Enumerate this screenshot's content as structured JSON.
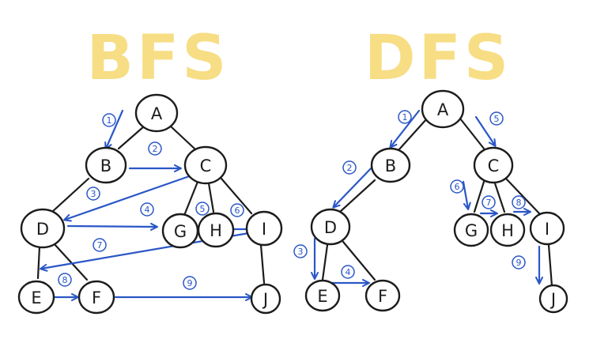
{
  "panels": [
    {
      "title": "BFS",
      "nodes": [
        "A",
        "B",
        "C",
        "D",
        "G",
        "H",
        "I",
        "E",
        "F",
        "J"
      ],
      "steps": [
        "1",
        "2",
        "3",
        "4",
        "5",
        "6",
        "7",
        "8",
        "9"
      ]
    },
    {
      "title": "DFS",
      "nodes": [
        "A",
        "B",
        "C",
        "D",
        "G",
        "H",
        "I",
        "E",
        "F",
        "J"
      ],
      "steps": [
        "1",
        "2",
        "3",
        "4",
        "5",
        "6",
        "7",
        "8",
        "9"
      ]
    }
  ],
  "colors": {
    "title": "#f7dd84",
    "arrow": "#2a57c6",
    "ink": "#1c1c1c"
  }
}
